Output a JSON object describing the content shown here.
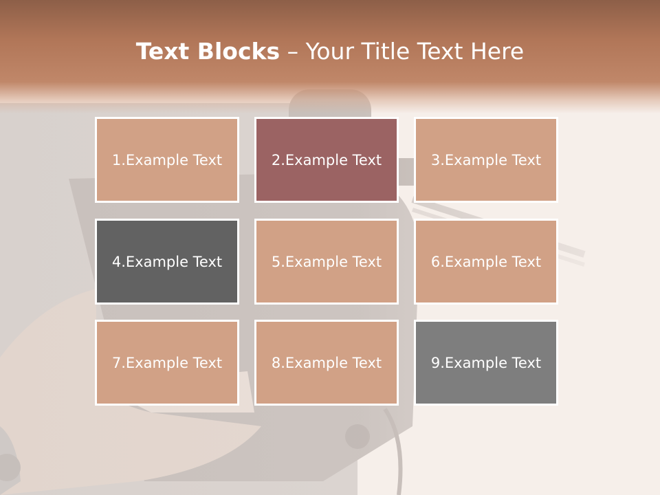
{
  "slide": {
    "title_bold": "Text Blocks",
    "title_sep": "–",
    "title_rest": "Your Title Text Here",
    "colors": {
      "header_dark": "#8d5f48",
      "header_light": "#c08769",
      "block_tan": "#d1a186",
      "block_mauve": "#9b6363",
      "block_charcoal": "#626262",
      "block_gray": "#7e7e7e",
      "border": "#ffffff"
    },
    "blocks": [
      {
        "label": "1.Example Text",
        "color": "#d1a186"
      },
      {
        "label": "2.Example Text",
        "color": "#9b6363"
      },
      {
        "label": "3.Example Text",
        "color": "#d1a186"
      },
      {
        "label": "4.Example Text",
        "color": "#626262"
      },
      {
        "label": "5.Example Text",
        "color": "#d1a186"
      },
      {
        "label": "6.Example Text",
        "color": "#d1a186"
      },
      {
        "label": "7.Example Text",
        "color": "#d1a186"
      },
      {
        "label": "8.Example Text",
        "color": "#d1a186"
      },
      {
        "label": "9.Example Text",
        "color": "#7e7e7e"
      }
    ]
  }
}
